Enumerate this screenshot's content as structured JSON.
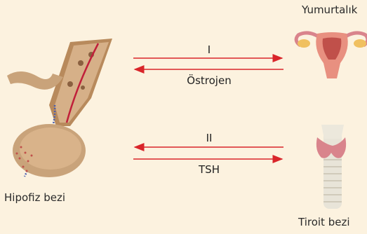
{
  "labels": {
    "pituitary": "Hipofiz bezi",
    "ovary": "Yumurtalık",
    "thyroid": "Tiroit bezi"
  },
  "arrows": {
    "top": {
      "upper": "I",
      "lower": "Östrojen"
    },
    "bottom": {
      "upper": "II",
      "lower": "TSH"
    }
  },
  "colors": {
    "background": "#fcf2df",
    "arrow": "#d9252a",
    "pituitary": "#c9a37a",
    "ovary": "#e89080",
    "thyroid_gland": "#d9848c",
    "trachea": "#e8e4d8"
  }
}
